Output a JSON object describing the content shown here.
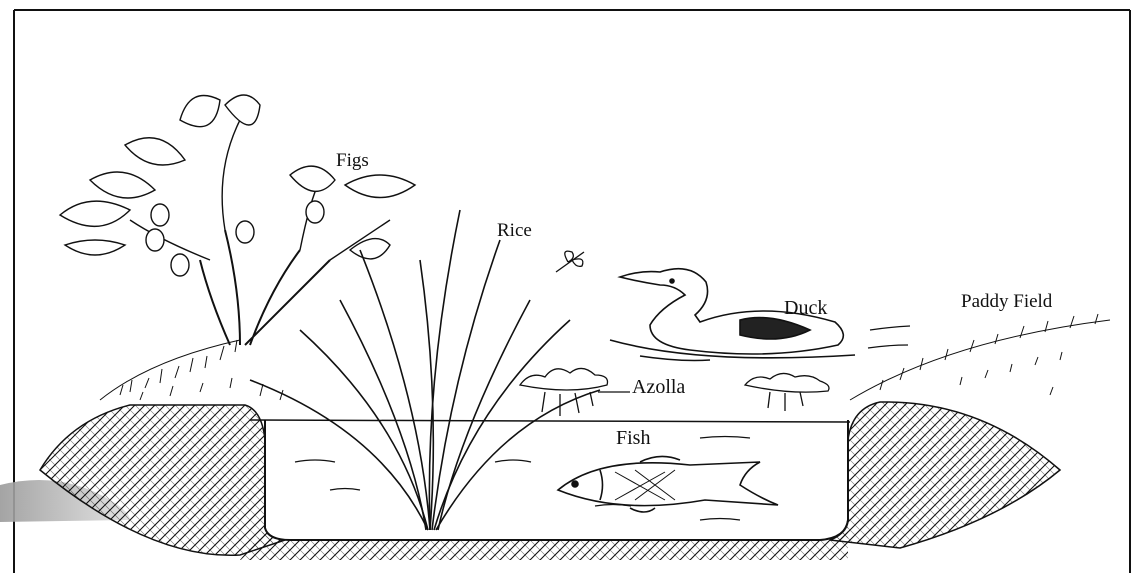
{
  "labels": {
    "figs": "Figs",
    "rice": "Rice",
    "duck": "Duck",
    "paddy_field": "Paddy Field",
    "azolla": "Azolla",
    "fish": "Fish"
  },
  "colors": {
    "ink": "#111111",
    "paper": "#ffffff"
  }
}
